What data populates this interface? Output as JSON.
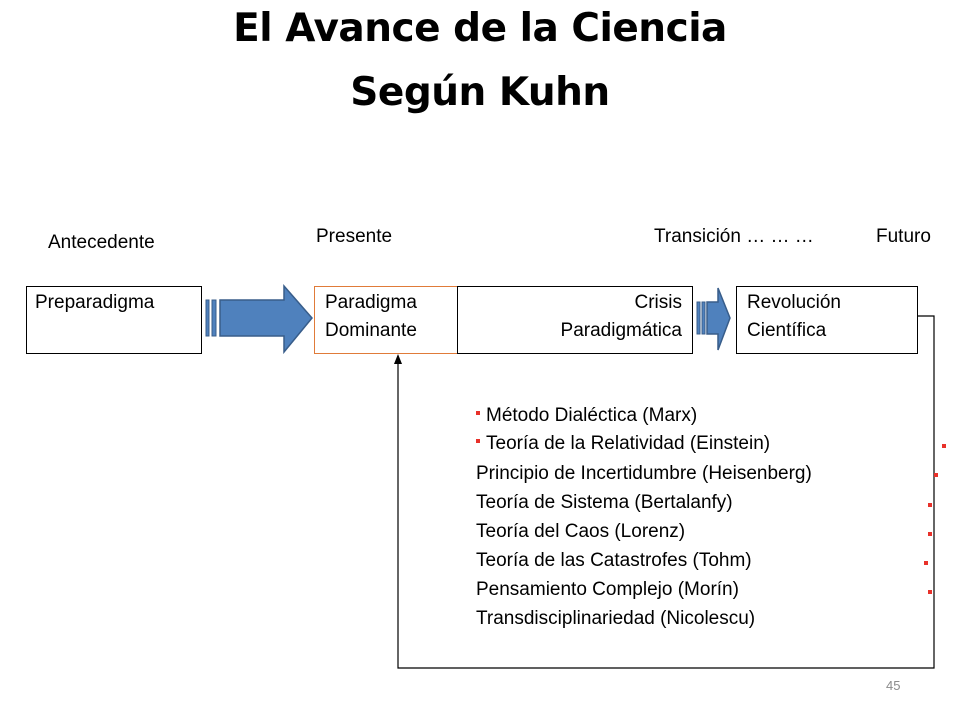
{
  "title": {
    "line1": "El Avance de la Ciencia",
    "line2": "Según Kuhn"
  },
  "stages": {
    "antecedente": "Antecedente",
    "presente": "Presente",
    "transicion": "Transición … … …",
    "futuro": "Futuro"
  },
  "boxes": {
    "preparadigma": "Preparadigma",
    "paradigma_line1": "Paradigma",
    "paradigma_line2": "Dominante",
    "crisis_line1": "Crisis",
    "crisis_line2": "Paradigmática",
    "revolucion_line1": "Revolución",
    "revolucion_line2": "Científica"
  },
  "theories": [
    "Método Dialéctica (Marx)",
    "Teoría de la Relatividad (Einstein)",
    "Principio de Incertidumbre (Heisenberg)",
    "Teoría de Sistema (Bertalanfy)",
    "Teoría del Caos (Lorenz)",
    "Teoría de las Catastrofes (Tohm)",
    "Pensamiento Complejo (Morín)",
    "Transdisciplinariedad (Nicolescu)"
  ],
  "slide_number": "45",
  "colors": {
    "arrow_fill": "#4f81bd",
    "arrow_stroke": "#385d8a",
    "bullet": "#e8312a",
    "box_accent": "#e07b39"
  }
}
